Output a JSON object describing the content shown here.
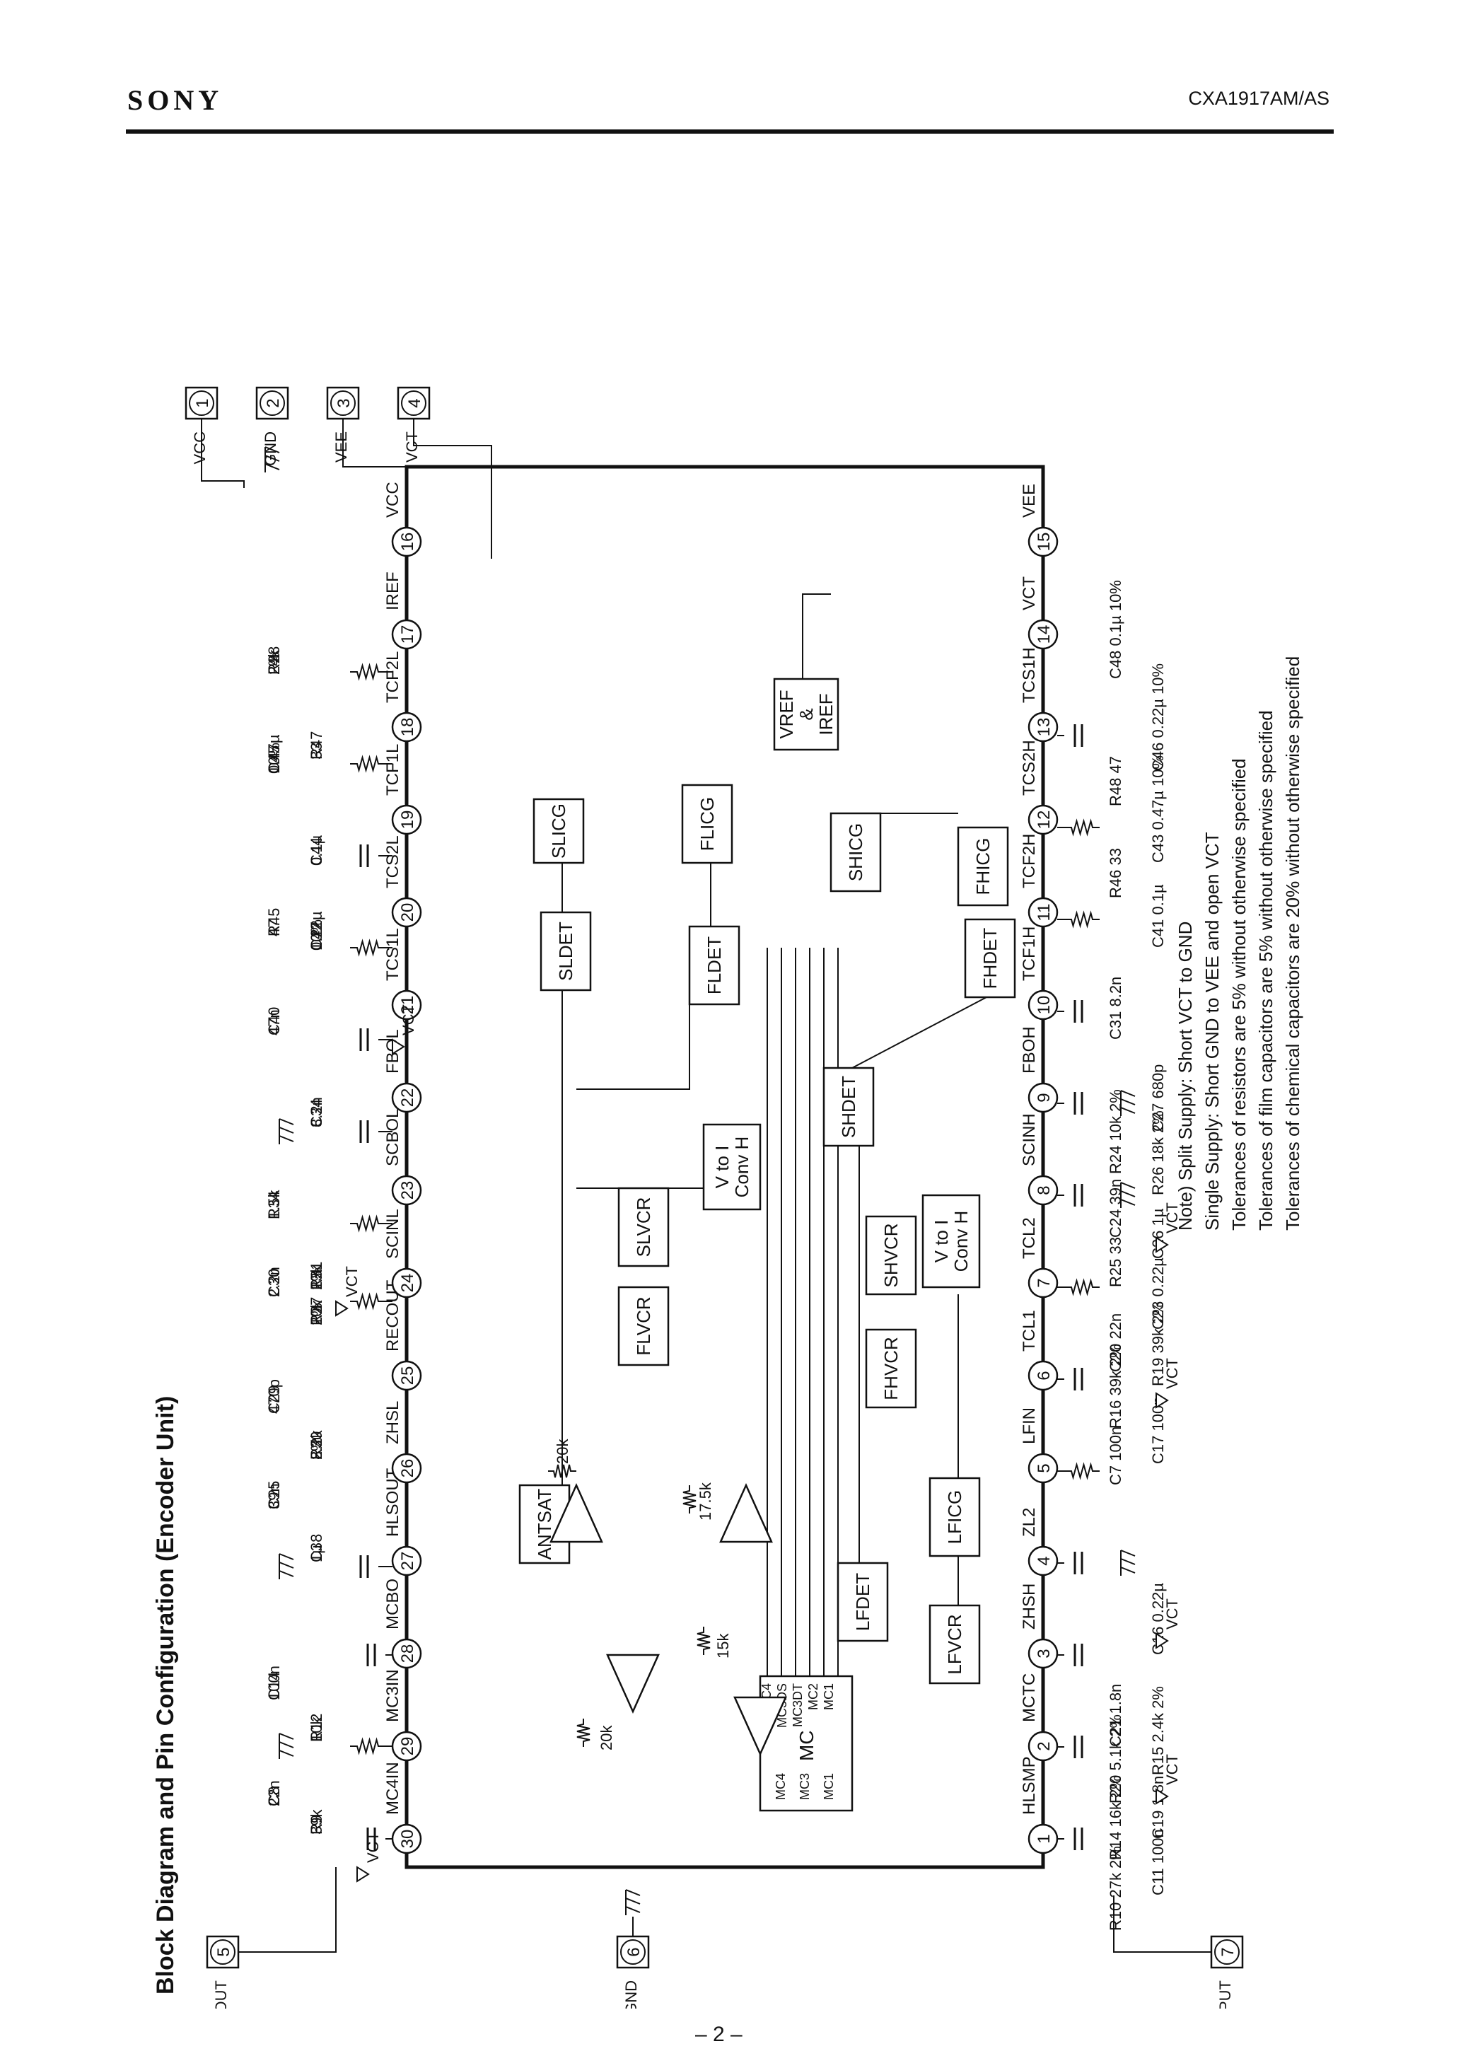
{
  "header": {
    "brand": "SONY",
    "part_number": "CXA1917AM/AS"
  },
  "page_number": "– 2 –",
  "diagram": {
    "title": "Block Diagram and Pin Configuration (Encoder Unit)",
    "ext_pins": [
      {
        "n": "1",
        "label": "VCC"
      },
      {
        "n": "2",
        "label": "GND"
      },
      {
        "n": "3",
        "label": "VEE"
      },
      {
        "n": "4",
        "label": "VCT"
      },
      {
        "n": "5",
        "label": "RECOUT"
      },
      {
        "n": "6",
        "label": "GND"
      },
      {
        "n": "7",
        "label": "INPUT"
      }
    ],
    "top_pins": [
      {
        "n": "30",
        "label": "MC4IN"
      },
      {
        "n": "29",
        "label": "MC3IN"
      },
      {
        "n": "28",
        "label": "MCBO"
      },
      {
        "n": "27",
        "label": "HLSOUT"
      },
      {
        "n": "26",
        "label": "ZHSL"
      },
      {
        "n": "25",
        "label": "RECOUT"
      },
      {
        "n": "24",
        "label": "SCINL"
      },
      {
        "n": "23",
        "label": "SCBOL"
      },
      {
        "n": "22",
        "label": "FBOL"
      },
      {
        "n": "21",
        "label": "TCS1L"
      },
      {
        "n": "20",
        "label": "TCS2L"
      },
      {
        "n": "19",
        "label": "TCF1L"
      },
      {
        "n": "18",
        "label": "TCF2L"
      },
      {
        "n": "17",
        "label": "IREF"
      },
      {
        "n": "16",
        "label": "VCC"
      }
    ],
    "bottom_pins": [
      {
        "n": "1",
        "label": "HLSMP"
      },
      {
        "n": "2",
        "label": "MCTC"
      },
      {
        "n": "3",
        "label": "ZHSH"
      },
      {
        "n": "4",
        "label": "ZL2"
      },
      {
        "n": "5",
        "label": "LFIN"
      },
      {
        "n": "6",
        "label": "TCL1"
      },
      {
        "n": "7",
        "label": "TCL2"
      },
      {
        "n": "8",
        "label": "SCINH"
      },
      {
        "n": "9",
        "label": "FBOH"
      },
      {
        "n": "10",
        "label": "TCF1H"
      },
      {
        "n": "11",
        "label": "TCF2H"
      },
      {
        "n": "12",
        "label": "TCS2H"
      },
      {
        "n": "13",
        "label": "TCS1H"
      },
      {
        "n": "14",
        "label": "VCT"
      },
      {
        "n": "15",
        "label": "VEE"
      }
    ],
    "blocks": [
      "SLICG",
      "FLICG",
      "SLDET",
      "FLDET",
      "SHICG",
      "FHICG",
      "SHDET",
      "FHDET",
      "V to I Conv H",
      "SLVCR",
      "FLVCR",
      "SHVCR",
      "FHVCR",
      "ANTSAT",
      "LFICG",
      "LFDET",
      "LFVCR",
      "MC",
      "VREF & IREF"
    ],
    "mc_pins": [
      "MC4",
      "MC3DS",
      "MC3DT",
      "MC2",
      "MC1",
      "MC4",
      "MC3",
      "MC1"
    ],
    "inner_resistors": [
      "20k",
      "17.5k",
      "15k",
      "20k"
    ],
    "top_components": [
      "R9 39k",
      "C8 22n",
      "R12 10k",
      "C14 100n",
      "C38 1µ",
      "C25 39n",
      "R30 8.2k 2%",
      "C29 470p",
      "R27 10k 2%",
      "C30 2.2n",
      "R31 13k 2%",
      "R34 1.5k",
      "C34 8.2n",
      "C40 47n",
      "C42 0.22µ 10%",
      "R45 47",
      "C44 0.1µ",
      "C45 0.47µ 10%",
      "R47 33",
      "R28 24k 2%"
    ],
    "bottom_components": [
      "R10 27k 2%",
      "C11 100n",
      "R14 16k 2%",
      "C19 1.8n",
      "R20 5.1k 2%",
      "R15 2.4k 2%",
      "C21 1.8n",
      "C16 0.22µ",
      "C7 100n",
      "C17 100n",
      "R16 39k 2%",
      "R19 39k 2%",
      "C20 22n",
      "C23 0.22µ",
      "R25 33",
      "C26 1µ",
      "C24 39n",
      "R26 18k 2%",
      "R24 10k 2%",
      "C27 680p",
      "C31 8.2n",
      "C41 0.1µ",
      "R46 33",
      "C43 0.47µ 10%",
      "R48 47",
      "C46 0.22µ 10%",
      "C48 0.1µ 10%"
    ],
    "net_labels": [
      "VCT",
      "VCT",
      "VCT",
      "VCT",
      "VCT",
      "VCT",
      "VCT"
    ],
    "notes": [
      "Note) Split Supply: Short VCT to GND",
      "Single Supply: Short GND to VEE and open VCT",
      "Tolerances of resistors are 5% without otherwise specified",
      "Tolerances of film capacitors are 5% without otherwise specified",
      "Tolerances of chemical capacitors are 20% without otherwise specified"
    ]
  }
}
